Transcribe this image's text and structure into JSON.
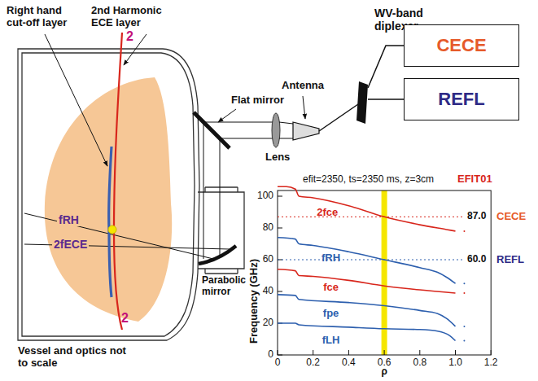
{
  "diagram": {
    "nodes": [
      {
        "text": [
          "WV-band diplexer"
        ]
      },
      {
        "text": [
          "CECE"
        ]
      },
      {
        "text": [
          "REFL"
        ]
      }
    ],
    "edges": [
      {
        "from": 0,
        "to": 1,
        "arrow": "none"
      },
      {
        "from": 0,
        "to": 2,
        "arrow": "none"
      }
    ],
    "labels": [
      "Right hand cut-off layer",
      "2nd Harmonic ECE layer",
      "2",
      "2",
      "fRH",
      "2fECE",
      "Flat mirror",
      "Antenna",
      "Lens",
      "Parabolic mirror",
      "Vessel and optics not to scale",
      "efit=2350, ts=2350 ms, z=3cm",
      "EFIT01",
      "100",
      "80",
      "60",
      "40",
      "20",
      "0",
      "0",
      "0.2",
      "0.4",
      "0.6",
      "0.8",
      "1.0",
      "1.2",
      "Frequency (GHz)",
      "ρ",
      "2fce",
      "fRH",
      "fce",
      "fpe",
      "fLH",
      "87.0",
      "CECE",
      "60.0",
      "REFL"
    ]
  }
}
